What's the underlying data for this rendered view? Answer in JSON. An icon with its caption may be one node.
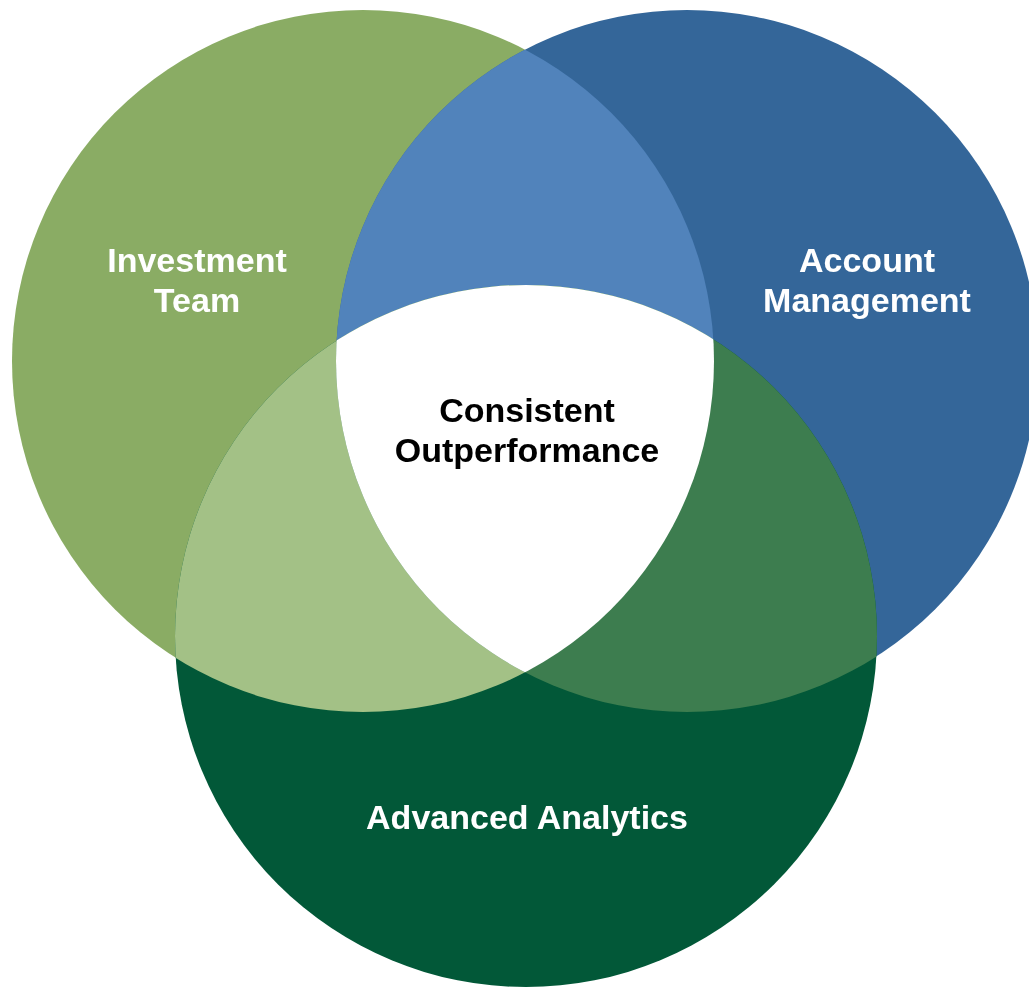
{
  "diagram": {
    "nodes": [
      {
        "text": [
          "Investment Team"
        ]
      },
      {
        "text": [
          "Account Management"
        ]
      },
      {
        "text": [
          "Advanced Analytics"
        ]
      },
      {
        "text": [
          "Consistent Outperformance"
        ]
      }
    ]
  }
}
